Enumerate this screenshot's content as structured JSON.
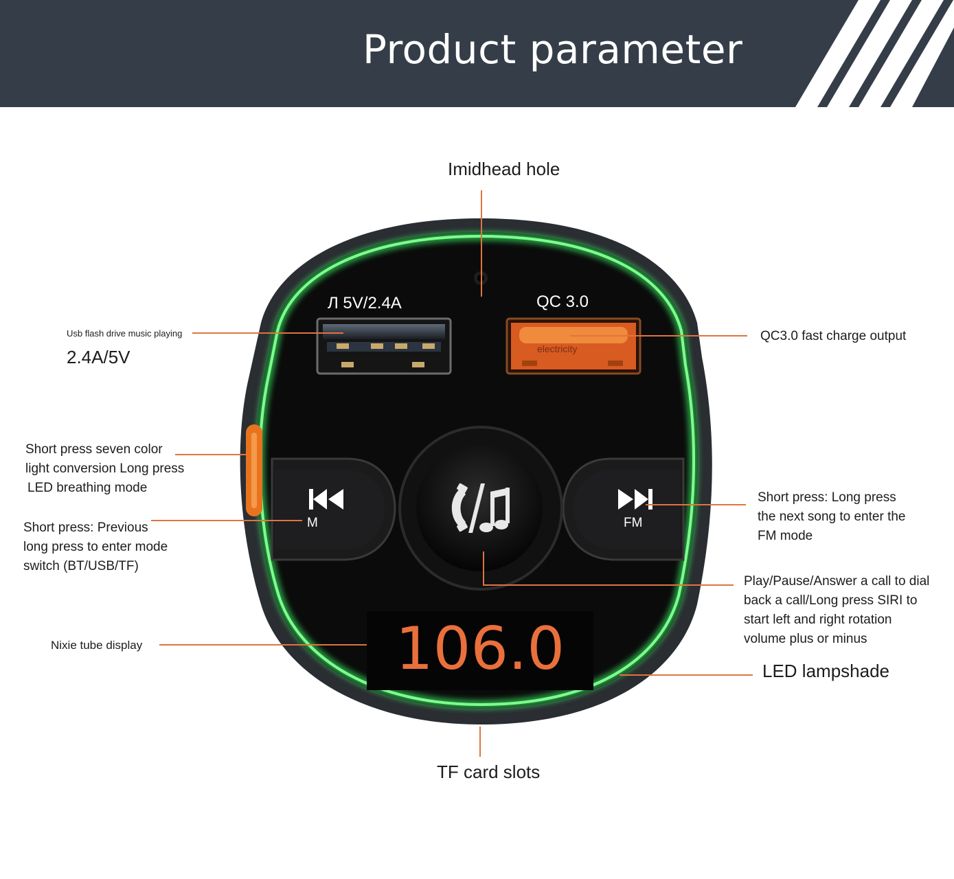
{
  "header": {
    "title": "Product parameter"
  },
  "device": {
    "usb_port_label": "Л 5V/2.4A",
    "qc_port_label": "QC 3.0",
    "qc_port_embossed": "electricity",
    "left_button_label": "M",
    "right_button_label": "FM",
    "display_value": "106.0"
  },
  "callouts": {
    "mic_hole": "Imidhead hole",
    "usb_music": "Usb flash drive music playing",
    "usb_rating": "2.4A/5V",
    "qc_output": "QC3.0 fast charge output",
    "side_button": [
      "Short press seven color",
      "light conversion Long press",
      "LED breathing mode"
    ],
    "prev_button": [
      "Short press: Previous",
      "long press to enter mode",
      "switch (BT/USB/TF)"
    ],
    "next_button": [
      "Short press: Long press",
      "the next song to enter the",
      "FM mode"
    ],
    "play_button": [
      "Play/Pause/Answer a call to dial",
      "back a call/Long press SIRI to",
      "start left and right rotation",
      "volume plus or minus"
    ],
    "display": "Nixie tube display",
    "lampshade": "LED lampshade",
    "tf_slot": "TF card slots"
  },
  "colors": {
    "banner": "#353e48",
    "leader_line": "#e0743f",
    "led_ring": "#4ed86a",
    "display_digits": "#e9703c",
    "device_body": "#0b0b0b",
    "qc_port": "#e06a2c"
  },
  "icons": {
    "prev": "previous-track-icon",
    "next": "next-track-icon",
    "center": "phone-music-icon"
  }
}
